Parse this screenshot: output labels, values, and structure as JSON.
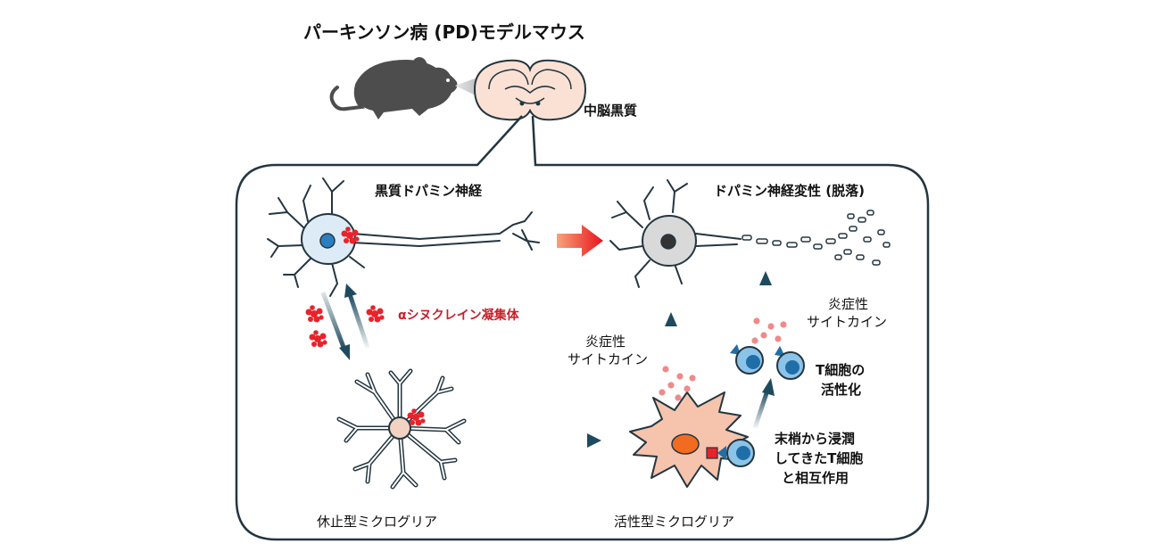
{
  "header": {
    "title": "パーキンソン病 (PD)モデルマウス",
    "region_label": "中脳黒質"
  },
  "neurons": {
    "healthy_label": "黒質ドパミン神経",
    "degenerated_label": "ドパミン神経変性 (脱落)"
  },
  "aggregate": {
    "label": "αシヌクレイン凝集体"
  },
  "microglia": {
    "resting_label": "休止型ミクログリア",
    "activated_label": "活性型ミクログリア"
  },
  "cytokines": {
    "left_line1": "炎症性",
    "left_line2": "サイトカイン",
    "right_line1": "炎症性",
    "right_line2": "サイトカイン"
  },
  "tcells": {
    "activation_line1": "T細胞の",
    "activation_line2": "活性化",
    "interaction_line1": "末梢から浸潤",
    "interaction_line2": "してきたT細胞",
    "interaction_line3": "と相互作用"
  },
  "colors": {
    "outline": "#243640",
    "neuron_fill": "#dcebf6",
    "neuron_nucleus": "#2a7fc0",
    "degenerated_fill": "#d9d9d9",
    "aggregate": "#e8232a",
    "microglia_active_fill": "#f6c3ad",
    "microglia_nucleus": "#f26b21",
    "tcell_fill": "#8cc3e8",
    "tcell_nucleus": "#1f6ea8",
    "cytokine_dot": "#ef8a8a",
    "arrow": "#1e4a5f",
    "brain_fill": "#fbe1d4",
    "mouse_fill": "#4d4d4d"
  }
}
